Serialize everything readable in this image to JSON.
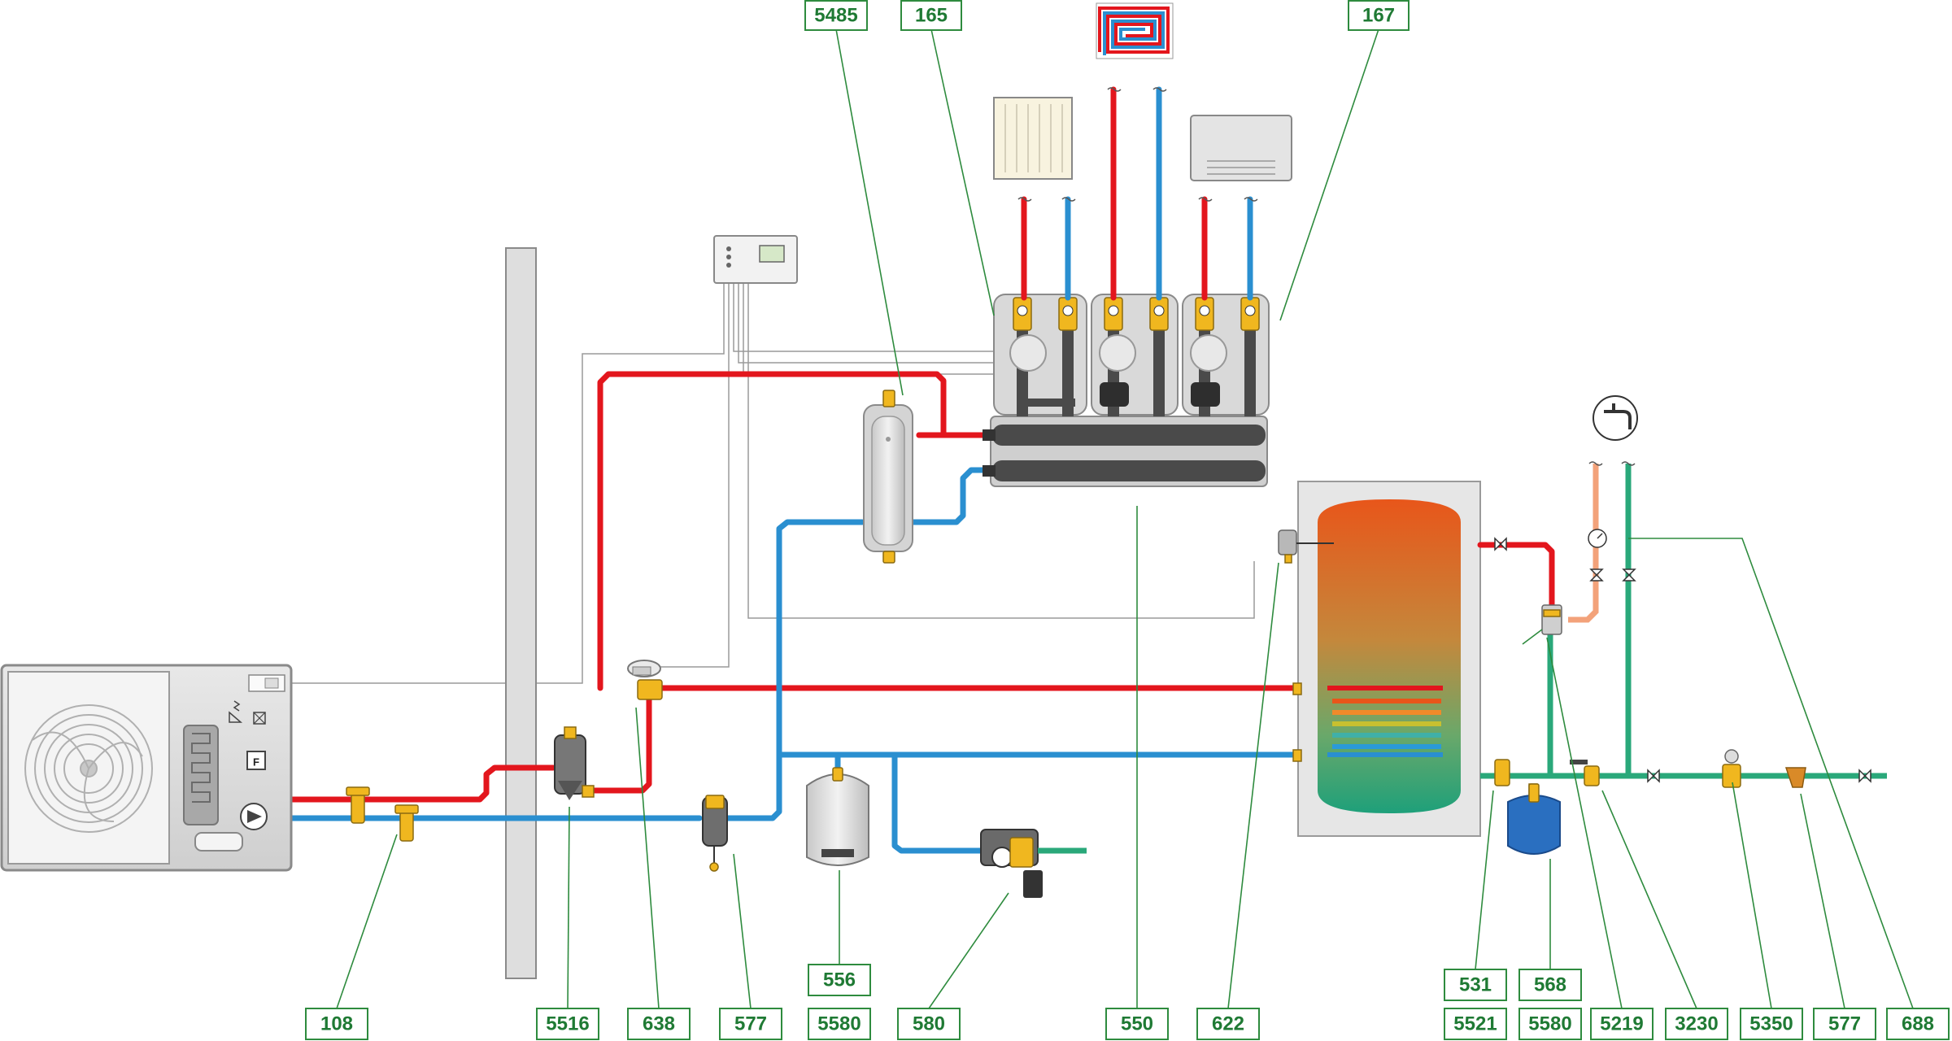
{
  "labels": {
    "l5485": "5485",
    "l165": "165",
    "l167": "167",
    "l108": "108",
    "l5516": "5516",
    "l638": "638",
    "l577a": "577",
    "l556": "556",
    "l5580a": "5580",
    "l580": "580",
    "l550": "550",
    "l622": "622",
    "l531": "531",
    "l5521": "5521",
    "l568": "568",
    "l5580b": "5580",
    "l5219": "5219",
    "l3230": "3230",
    "l5350": "5350",
    "l577b": "577",
    "l688": "688"
  },
  "colors": {
    "hot": "#e3161d",
    "cold": "#2a8fd0",
    "dhw_cold": "#2aa87a",
    "dhw_hot": "#f3a27a",
    "label": "#1f7a34",
    "brass": "#f0b71f"
  },
  "icons": {
    "heat_pump": "heat-pump-icon",
    "thermostat": "thermostat-icon",
    "radiator": "radiator-icon",
    "floor_heating": "floor-heating-icon",
    "fan_coil": "fan-coil-icon",
    "tap": "tap-icon",
    "storage_tank": "storage-tank-icon",
    "expansion_vessel": "expansion-vessel-icon"
  }
}
